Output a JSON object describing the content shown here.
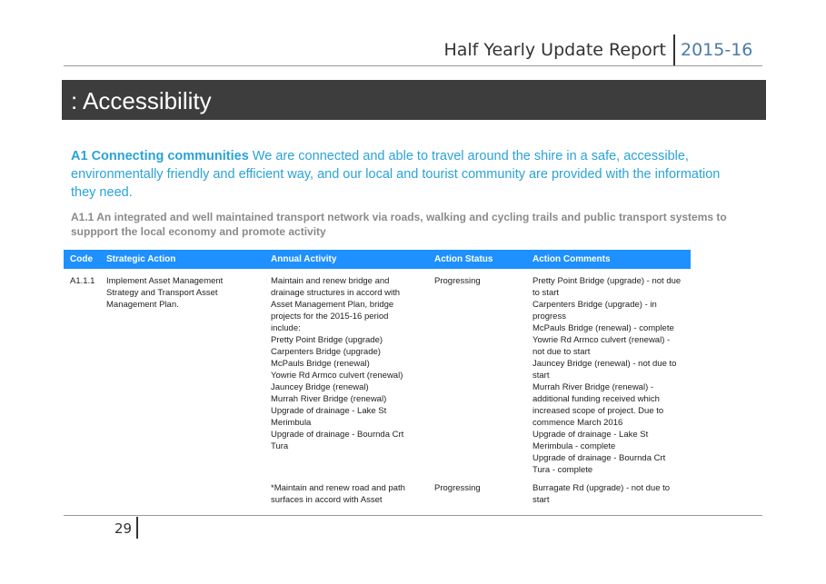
{
  "header": {
    "report": "Half Yearly Update Report",
    "year": "2015-16"
  },
  "section": {
    "title": ": Accessibility"
  },
  "goal": {
    "code": "A1 Connecting communities",
    "text": " We are connected and able to travel around the shire in a safe, accessible, environmentally friendly and efficient way, and our local and tourist community are provided with the information they need."
  },
  "strategy": "A1.1 An integrated and well maintained transport network via roads, walking and cycling trails and public transport systems to suppport the local economy and promote activity",
  "table": {
    "headers": [
      "Code",
      "Strategic Action",
      "Annual Activity",
      "Action Status",
      "Action Comments"
    ],
    "rows": [
      {
        "code": "A1.1.1",
        "action": "Implement Asset Management\nStrategy and Transport Asset\nManagement Plan.",
        "activity": "Maintain and renew bridge and\ndrainage structures in accord with\nAsset Management Plan, bridge\nprojects for the 2015-16 period\ninclude:\nPretty Point Bridge (upgrade)\nCarpenters Bridge (upgrade)\nMcPauls Bridge (renewal)\nYowrie Rd Armco culvert (renewal)\nJauncey Bridge (renewal)\nMurrah River Bridge (renewal)\nUpgrade of drainage - Lake St\nMerimbula\nUpgrade of drainage - Bournda Crt\nTura",
        "status": "Progressing",
        "comments": "Pretty Point Bridge (upgrade) - not due\nto start\nCarpenters Bridge (upgrade) - in\nprogress\nMcPauls Bridge (renewal) - complete\nYowrie Rd Armco culvert (renewal) -\nnot due to start\nJauncey Bridge (renewal) - not due to\nstart\nMurrah River Bridge (renewal) -\nadditional funding received which\nincreased scope of project.  Due to\ncommence March 2016\nUpgrade of drainage - Lake St\nMerimbula - complete\nUpgrade of drainage - Bournda Crt\nTura - complete"
      },
      {
        "code": "",
        "action": "",
        "activity": "*Maintain and renew road and path\nsurfaces in accord with Asset",
        "status": "Progressing",
        "comments": "Burragate Rd (upgrade) - not due to\nstart"
      }
    ]
  },
  "footer": {
    "page": "29"
  }
}
